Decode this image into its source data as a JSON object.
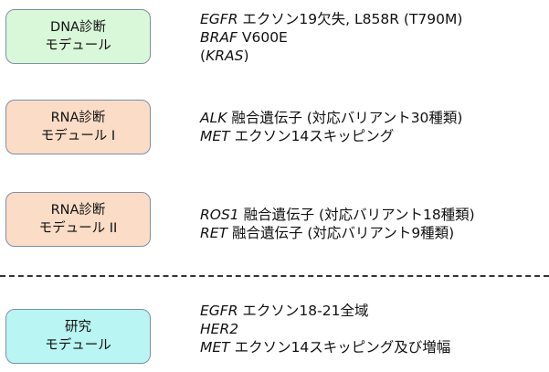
{
  "modules": [
    {
      "label_line1": "DNA診断",
      "label_line2": "モデュール",
      "items": [
        {
          "gene": "EGFR",
          "text": " エクソン19欠失, L858R (T790M)"
        },
        {
          "gene": "BRAF",
          "text": " V600E"
        },
        {
          "prefix": "(",
          "gene": "KRAS",
          "text": ")"
        }
      ]
    },
    {
      "label_line1": "RNA診断",
      "label_line2": "モデュール I",
      "items": [
        {
          "gene": "ALK",
          "text": " 融合遺伝子 (対応バリアント30種類)"
        },
        {
          "gene": "MET",
          "text": " エクソン14スキッピング"
        }
      ]
    },
    {
      "label_line1": "RNA診断",
      "label_line2": "モデュール II",
      "items": [
        {
          "gene": "ROS1",
          "text": " 融合遺伝子 (対応バリアント18種類)"
        },
        {
          "gene": "RET",
          "text": " 融合遺伝子 (対応バリアント9種類)"
        }
      ]
    },
    {
      "label_line1": "研究",
      "label_line2": "モデュール",
      "items": [
        {
          "gene": "EGFR",
          "text": " エクソン18-21全域"
        },
        {
          "gene": "HER2",
          "text": ""
        },
        {
          "gene": "MET",
          "text": " エクソン14スキッピング及び増幅"
        }
      ]
    }
  ],
  "colors": {
    "dna": "#d9f7d9",
    "rna": "#fbdcc6",
    "research": "#b8f5f3",
    "border": "#7e90a8",
    "divider": "#333333"
  }
}
